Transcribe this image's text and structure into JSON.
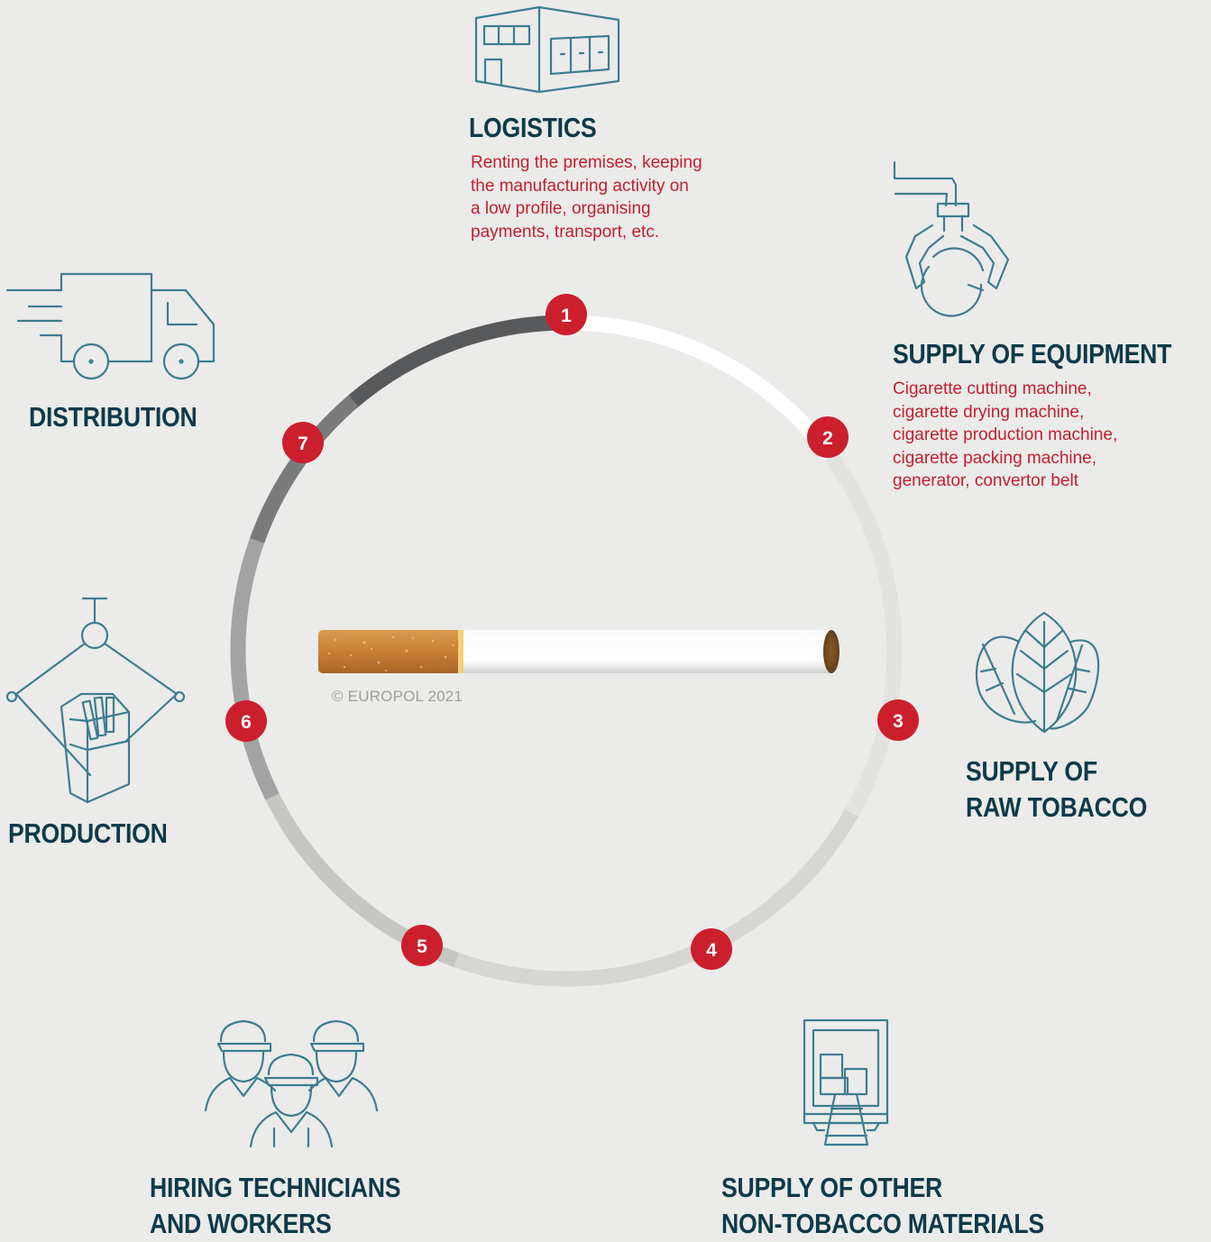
{
  "colors": {
    "background": "#ebebe9",
    "title": "#0e3a4a",
    "description": "#c21f2e",
    "badge": "#cc1f2e",
    "icon_stroke": "#3d7d8f",
    "copyright": "#a09d9a"
  },
  "steps": [
    {
      "number": "1",
      "title": "LOGISTICS",
      "icon": "warehouse-icon",
      "description": "Renting the premises, keeping\nthe manufacturing activity on\na low profile, organising\npayments, transport, etc."
    },
    {
      "number": "2",
      "title": "SUPPLY OF EQUIPMENT",
      "icon": "machine-claw-icon",
      "description": "Cigarette cutting machine,\ncigarette drying machine,\ncigarette production machine,\ncigarette packing machine,\ngenerator, convertor belt"
    },
    {
      "number": "3",
      "title": "SUPPLY OF\nRAW TOBACCO",
      "icon": "tobacco-leaves-icon"
    },
    {
      "number": "4",
      "title": "SUPPLY OF OTHER\nNON-TOBACCO MATERIALS",
      "icon": "boxes-conveyor-icon"
    },
    {
      "number": "5",
      "title": "HIRING TECHNICIANS\nAND WORKERS",
      "icon": "workers-icon"
    },
    {
      "number": "6",
      "title": "PRODUCTION",
      "icon": "cigarette-pack-icon"
    },
    {
      "number": "7",
      "title": "DISTRIBUTION",
      "icon": "delivery-truck-icon"
    }
  ],
  "copyright": "© EUROPOL 2021"
}
